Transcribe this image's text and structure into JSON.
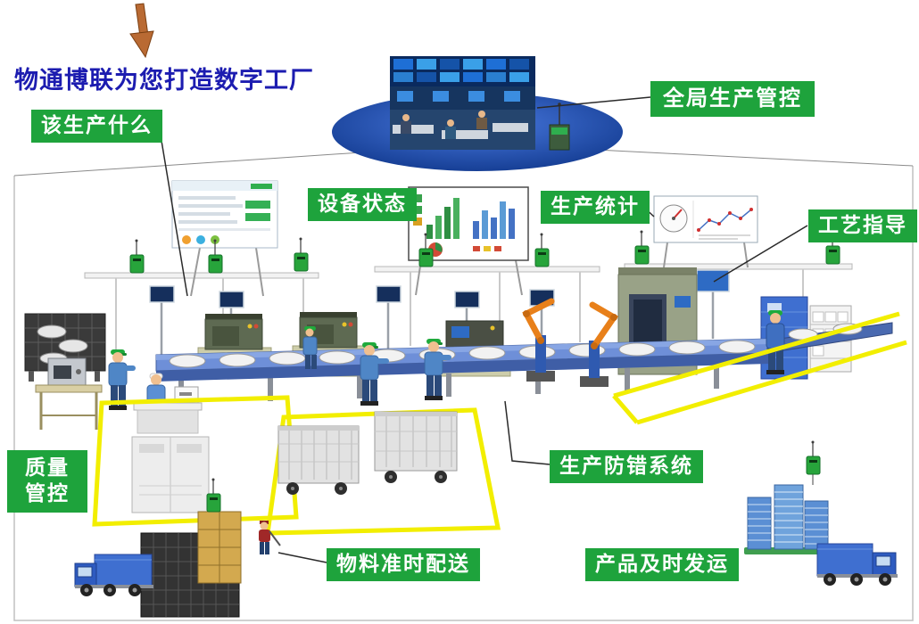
{
  "title": "物通博联为您打造数字工厂",
  "callouts": {
    "what_to_produce": "该生产什么",
    "global_control": "全局生产管控",
    "device_status": "设备状态",
    "production_stats": "生产统计",
    "process_guidance": "工艺指导",
    "quality_control": "质量\n管控",
    "error_proofing": "生产防错系统",
    "material_delivery": "物料准时配送",
    "product_shipping": "产品及时发运"
  },
  "colors": {
    "callout_bg": "#1ea33c",
    "callout_text": "#ffffff",
    "title_text": "#1c1cb0",
    "arrow": "#b96a33",
    "network_ellipse": "#2a56c0",
    "floor_marking": "#f2ee00",
    "conveyor_blue": "#5b7fd4",
    "machine_olive": "#99a287",
    "truck_blue": "#3f6fd0",
    "gateway_green": "#27a43b"
  }
}
